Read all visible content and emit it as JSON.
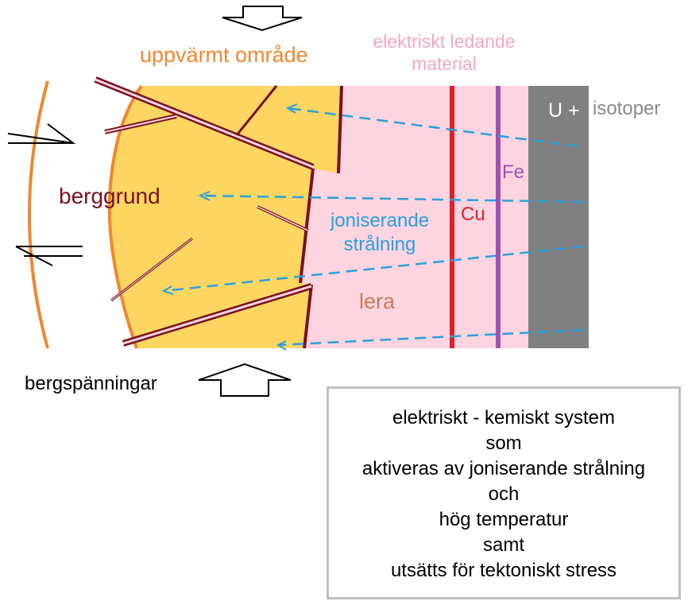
{
  "labels": {
    "heated_area": "uppvärmt  område",
    "conductive_material_line1": "elektriskt ledande",
    "conductive_material_line2": "material",
    "u_plus": "U +",
    "isotopes": "isotoper",
    "bedrock": "berggrund",
    "ionizing_radiation_line1": "joniserande",
    "ionizing_radiation_line2": "strålning",
    "clay": "lera",
    "copper": "Cu",
    "iron": "Fe",
    "rock_stress": "bergspänningar"
  },
  "summary": {
    "lines": [
      "elektriskt - kemiskt system",
      "som",
      "aktiveras av joniserande strålning",
      "och",
      "hög temperatur",
      "samt",
      "utsätts  för tektoniskt stress"
    ]
  },
  "colors": {
    "heated_area_text": "#f0872e",
    "conductive_material_text": "#f4a6c0",
    "isotopes_text": "#8a8a8a",
    "u_plus_text": "#ffffff",
    "bedrock_text": "#7a1020",
    "radiation_text": "#2aa0dc",
    "clay_text": "#c87a5a",
    "copper_text": "#e0202a",
    "iron_text": "#a050b0",
    "bedrock_fill": "#fcd661",
    "clay_fill": "#fdd5e0",
    "isotope_fill": "#808080",
    "crack_color": "#7a1020",
    "orange_line": "#f0872e",
    "radiation_line": "#2aa0dc"
  }
}
